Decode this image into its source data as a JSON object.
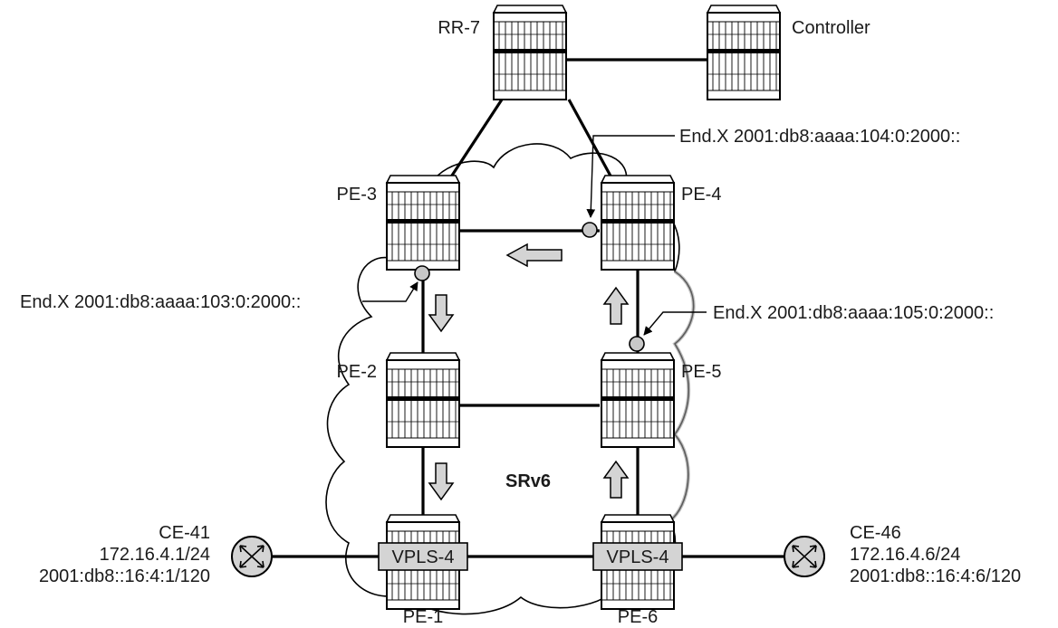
{
  "routers": {
    "rr7": "RR-7",
    "controller": "Controller",
    "pe3": "PE-3",
    "pe4": "PE-4",
    "pe2": "PE-2",
    "pe5": "PE-5",
    "pe1": "PE-1",
    "pe6": "PE-6"
  },
  "ce": {
    "ce41": {
      "name": "CE-41",
      "ipv4": "172.16.4.1/24",
      "ipv6": "2001:db8::16:4:1/120"
    },
    "ce46": {
      "name": "CE-46",
      "ipv4": "172.16.4.6/24",
      "ipv6": "2001:db8::16:4:6/120"
    }
  },
  "sids": {
    "pe4": "End.X 2001:db8:aaaa:104:0:2000::",
    "pe3": "End.X 2001:db8:aaaa:103:0:2000::",
    "pe5": "End.X 2001:db8:aaaa:105:0:2000::"
  },
  "vpls": {
    "pe1": "VPLS-4",
    "pe6": "VPLS-4"
  },
  "domain": "SRv6",
  "colors": {
    "cloud": "#ffffff",
    "router": "#ffffff",
    "sid_dot": "#c8c8c8",
    "arrow": "#d4d4d4",
    "ce": "#d4d4d4",
    "line": "#000000"
  }
}
